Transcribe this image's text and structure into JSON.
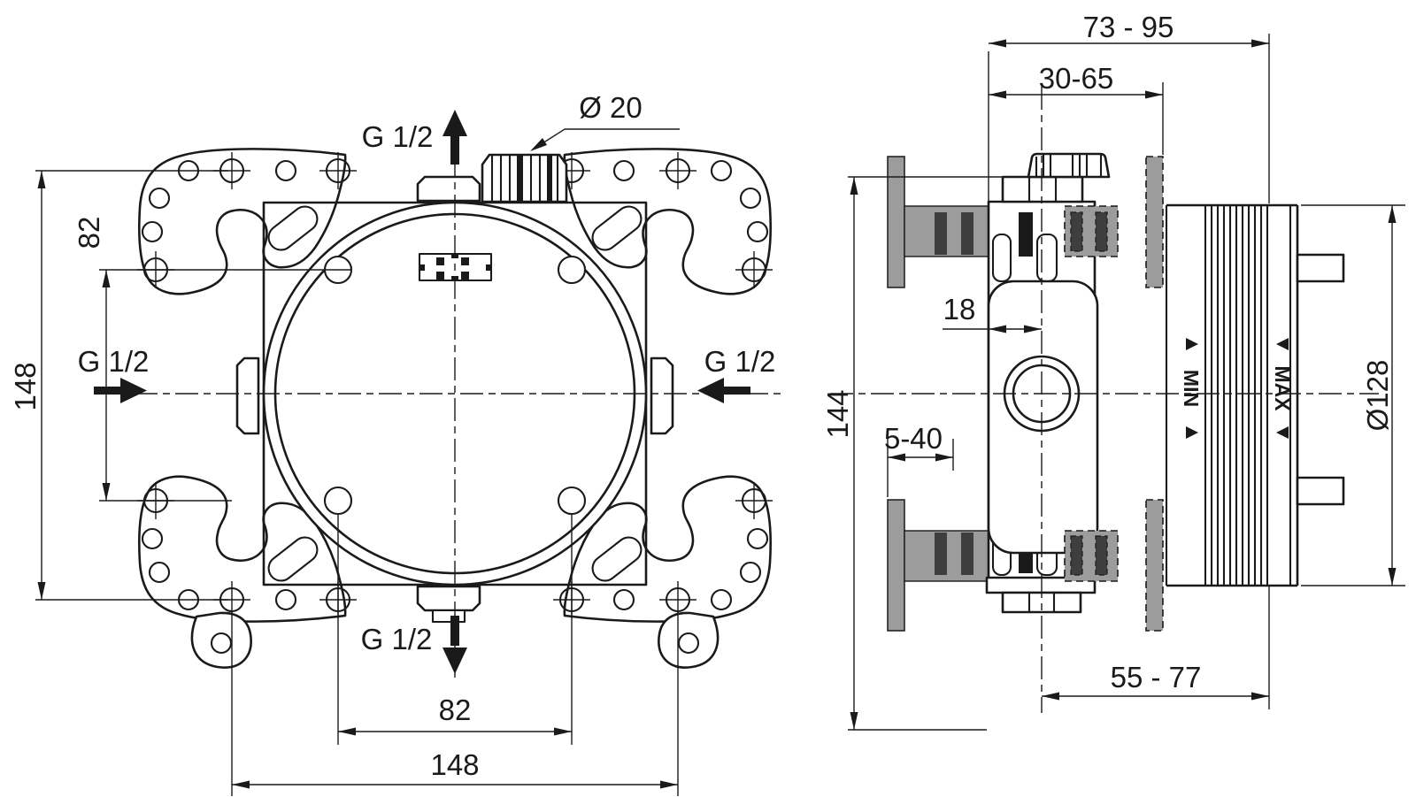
{
  "colors": {
    "line": "#1a1a1a",
    "wall_fill": "#9c9c9c",
    "wall_slot_fill": "#3e3e3e",
    "background": "#ffffff"
  },
  "front_view": {
    "port_top_label": "G 1/2",
    "port_left_label": "G 1/2",
    "port_right_label": "G 1/2",
    "port_bottom_label": "G 1/2",
    "spigot_callout": "Ø 20",
    "dim_bolt_height": "148",
    "dim_inner_height": "82",
    "dim_inner_width": "82",
    "dim_bolt_width": "148"
  },
  "side_view": {
    "dim_total_depth": "73 - 95",
    "dim_rough_in_depth": "30-65",
    "dim_axis_offset": "18",
    "dim_bracket_adjust": "5-40",
    "dim_trim_depth": "55 - 77",
    "dim_body_height": "144",
    "dim_cap_diameter": "Ø128",
    "min_marking": "MIN",
    "max_marking": "MAX"
  }
}
